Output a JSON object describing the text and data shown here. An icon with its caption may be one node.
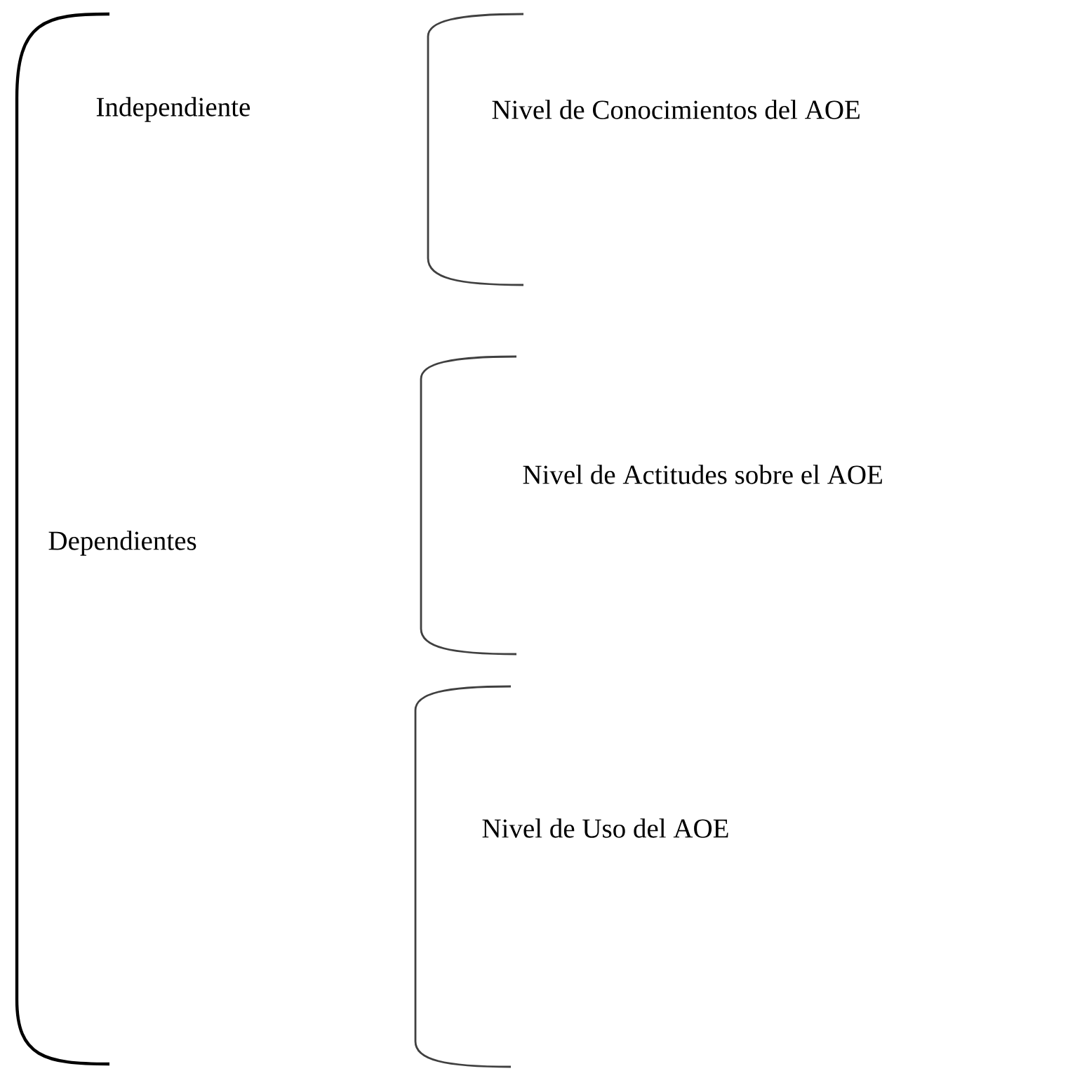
{
  "diagram": {
    "labels": [
      "Independiente",
      "Nivel de Conocimientos del AOE",
      "Nivel de Actitudes sobre el AOE",
      "Dependientes",
      "Nivel de Uso del AOE"
    ]
  }
}
